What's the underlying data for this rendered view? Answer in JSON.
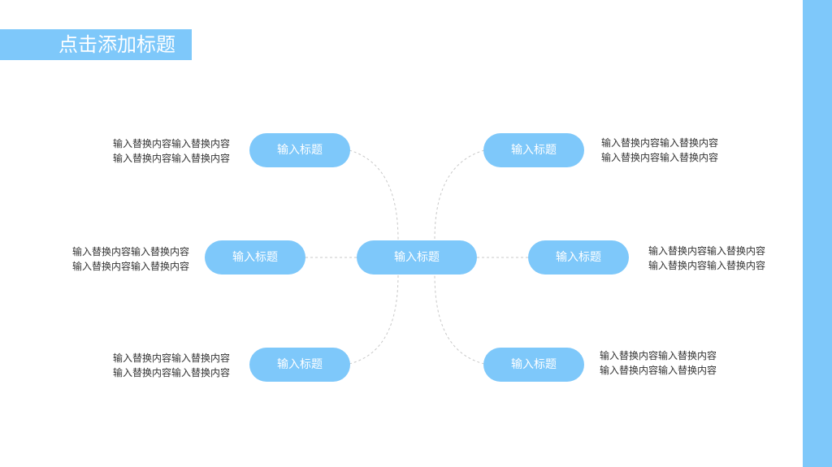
{
  "slide": {
    "title": "点击添加标题",
    "accent_color": "#7ec8fa"
  },
  "diagram": {
    "center": {
      "label": "输入标题"
    },
    "branches": [
      {
        "label": "输入标题",
        "text": "输入替换内容输入替换内容\n输入替换内容输入替换内容"
      },
      {
        "label": "输入标题",
        "text": "输入替换内容输入替换内容\n输入替换内容输入替换内容"
      },
      {
        "label": "输入标题",
        "text": "输入替换内容输入替换内容\n输入替换内容输入替换内容"
      },
      {
        "label": "输入标题",
        "text": "输入替换内容输入替换内容\n输入替换内容输入替换内容"
      },
      {
        "label": "输入标题",
        "text": "输入替换内容输入替换内容\n输入替换内容输入替换内容"
      },
      {
        "label": "输入标题",
        "text": "输入替换内容输入替换内容\n输入替换内容输入替换内容"
      }
    ]
  }
}
